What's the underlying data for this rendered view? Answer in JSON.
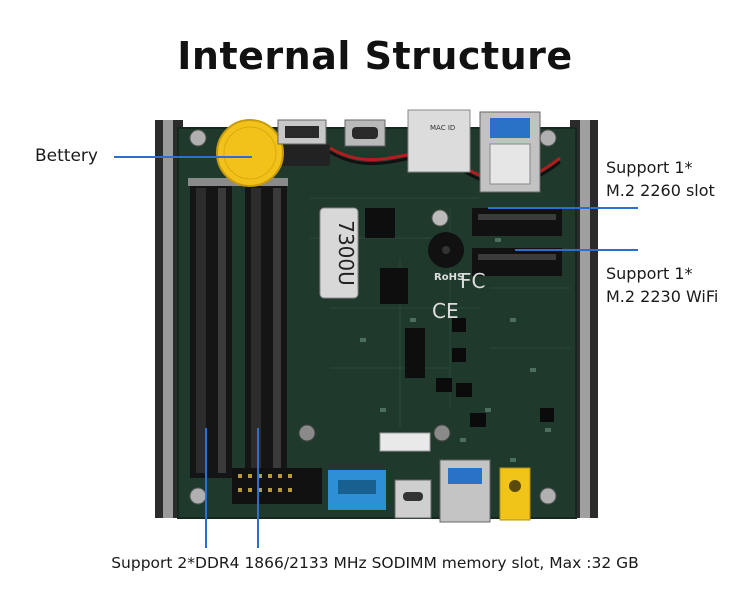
{
  "title": "Internal Structure",
  "labels": {
    "battery": "Bettery",
    "m2_2260_line1": "Support 1*",
    "m2_2260_line2": "M.2 2260 slot",
    "m2_2230_line1": "Support 1*",
    "m2_2230_line2": "M.2 2230 WiFi",
    "memory": "Support 2*DDR4 1866/2133 MHz SODIMM memory slot, Max :32 GB"
  },
  "board": {
    "chip_marking": "7300U",
    "mac_label": "MAC ID",
    "certification": "RoHS",
    "ce_mark": "CE",
    "fc_mark": "FC"
  },
  "colors": {
    "pcb": "#1f3a2c",
    "callout_line": "#2a6fd1",
    "battery": "#f2c21a",
    "sata": "#2f8fd6",
    "audio": "#f0c419"
  }
}
